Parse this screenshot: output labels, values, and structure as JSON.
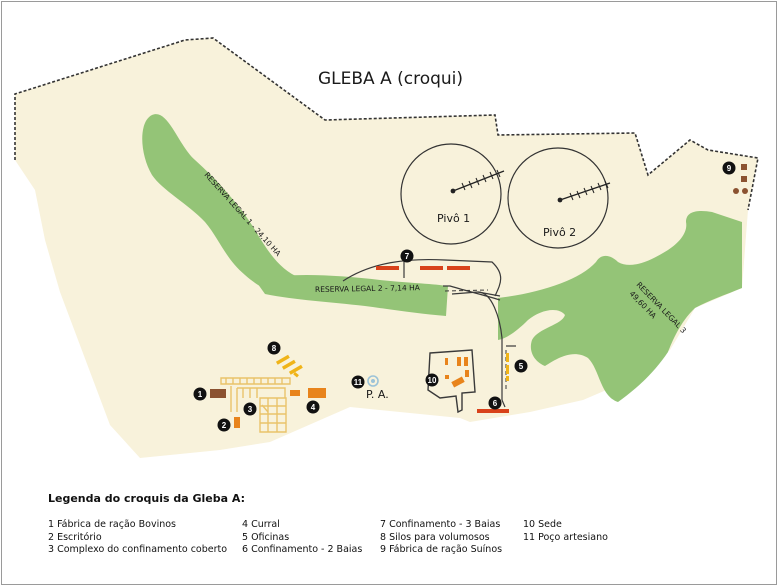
{
  "map": {
    "title": "GLEBA A (croqui)",
    "colors": {
      "land": "#f8f2db",
      "reserve": "#94c477",
      "boundary": "#333333",
      "roads": "#3a3a3a",
      "badge": "#111111",
      "marker_red": "#d8421b",
      "marker_orange": "#e8841c",
      "marker_yellow": "#f0b418",
      "marker_brown": "#8b5230",
      "outline": "#e9c36a"
    },
    "pivots": [
      {
        "label": "Pivô 1"
      },
      {
        "label": "Pivô 2"
      }
    ],
    "reserves": [
      {
        "label": "RESERVA LEGAL 1 - 24,10 HA"
      },
      {
        "label": "RESERVA LEGAL 2 - 7,14 HA"
      },
      {
        "label_line1": "RESERVA LEGAL 3",
        "label_line2": "49,60 HA"
      }
    ],
    "well_label": "P. A.",
    "badges": [
      "1",
      "2",
      "3",
      "4",
      "5",
      "6",
      "7",
      "8",
      "9",
      "10",
      "11"
    ]
  },
  "legend": {
    "title": "Legenda do croquis da Gleba A:",
    "columns": [
      [
        "1 Fábrica de ração Bovinos",
        "2 Escritório",
        "3 Complexo do confinamento coberto"
      ],
      [
        "4 Curral",
        "5 Oficinas",
        "6 Confinamento - 2 Baias"
      ],
      [
        "7 Confinamento - 3 Baias",
        "8 Silos para volumosos",
        "9 Fábrica de ração Suínos"
      ],
      [
        "10 Sede",
        "11 Poço artesiano"
      ]
    ]
  }
}
